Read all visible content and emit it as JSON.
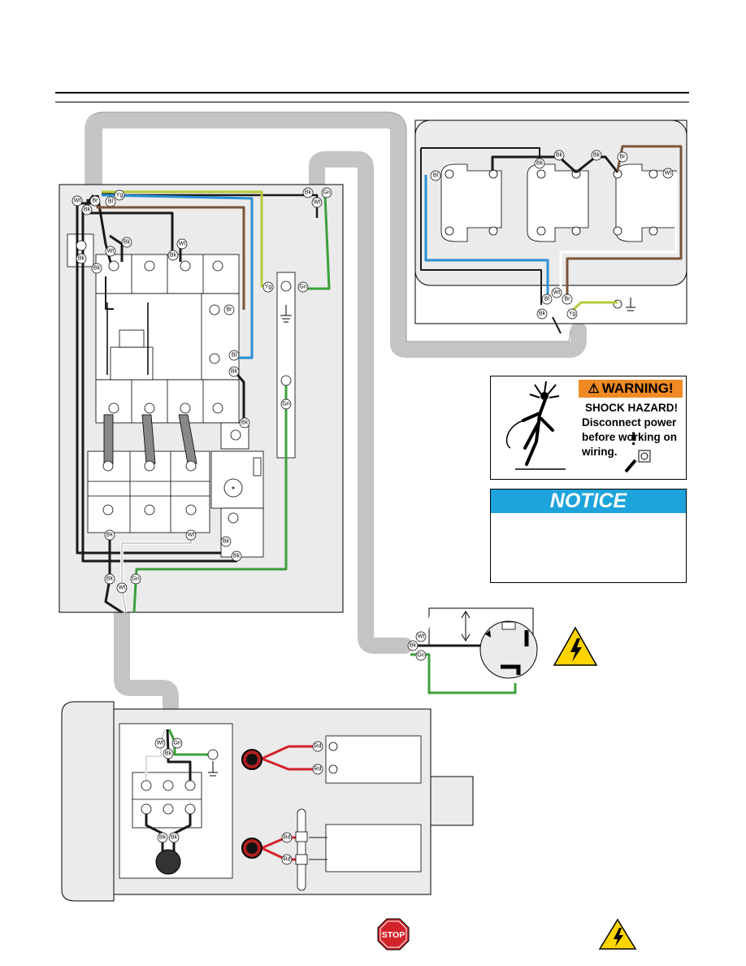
{
  "wire_labels": {
    "Bk": "Bk",
    "Wt": "Wt",
    "Bl": "Bl",
    "Br": "Br",
    "Yg": "Yg",
    "Gn": "Gn",
    "Rd": "Rd"
  },
  "warning": {
    "title": "WARNING!",
    "line1": "SHOCK HAZARD!",
    "line2": "Disconnect power",
    "line3": "before working on",
    "line4": "wiring."
  },
  "notice": {
    "title": "NOTICE"
  },
  "stop_sign": {
    "text": "STOP"
  },
  "colors": {
    "black_wire": "#1a1a1a",
    "white_wire": "#ffffff",
    "blue_wire": "#2a8fd4",
    "brown_wire": "#7a5438",
    "green_wire": "#3ca03c",
    "yellow_green_wire": "#b8c93a",
    "red_wire": "#d2232a",
    "conduit": "#c4c4c4",
    "panel": "#ebebeb",
    "warning_orange": "#f08a24",
    "notice_blue": "#1ea4dc",
    "hazard_yellow": "#ffd400"
  }
}
